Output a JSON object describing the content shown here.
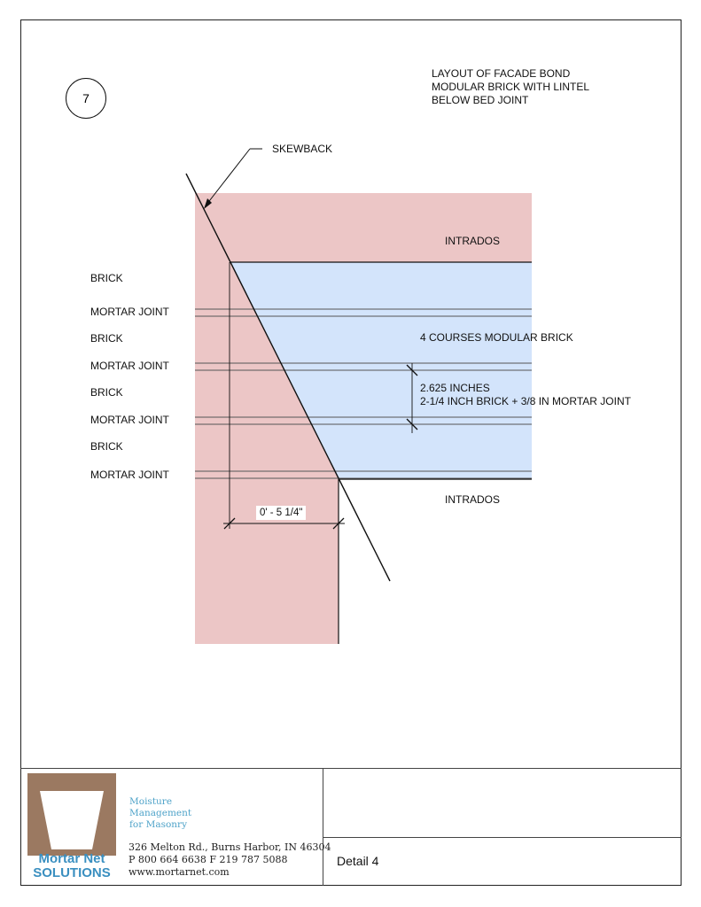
{
  "detail_number": "7",
  "title": {
    "lines": [
      "LAYOUT OF FACADE BOND",
      "MODULAR BRICK WITH LINTEL",
      "BELOW BED JOINT"
    ]
  },
  "labels": {
    "skewback": "SKEWBACK",
    "intrados_top": "INTRADOS",
    "intrados_bottom": "INTRADOS",
    "courses": "4 COURSES MODULAR BRICK",
    "dimension_line1": "2.625 INCHES",
    "dimension_line2": "2-1/4 INCH BRICK + 3/8 IN MORTAR JOINT",
    "horizontal_dimension": "0' - 5 1/4\""
  },
  "legend": [
    {
      "id": "brick-1",
      "text": "BRICK"
    },
    {
      "id": "mortar-1",
      "text": "MORTAR JOINT"
    },
    {
      "id": "brick-2",
      "text": "BRICK"
    },
    {
      "id": "mortar-2",
      "text": "MORTAR JOINT"
    },
    {
      "id": "brick-3",
      "text": "BRICK"
    },
    {
      "id": "mortar-3",
      "text": "MORTAR JOINT"
    },
    {
      "id": "brick-4",
      "text": "BRICK"
    },
    {
      "id": "mortar-4",
      "text": "MORTAR JOINT"
    }
  ],
  "colors": {
    "masonry_fill": "#ecc6c6",
    "lintel_fill": "#d3e4fb",
    "logo_brown": "#9b7961",
    "logo_blue": "#3a8fc0",
    "tagline_blue": "#4fa3c9"
  },
  "title_block": {
    "logo_line1": "Mortar Net",
    "logo_line2": "SOLUTIONS",
    "tagline": [
      "Moisture",
      "Management",
      "for Masonry"
    ],
    "address": "326 Melton Rd., Burns Harbor, IN 46304",
    "phone": "P 800 664 6638   F 219 787 5088",
    "website": "www.mortarnet.com",
    "sheet_label": "Detail 4"
  }
}
